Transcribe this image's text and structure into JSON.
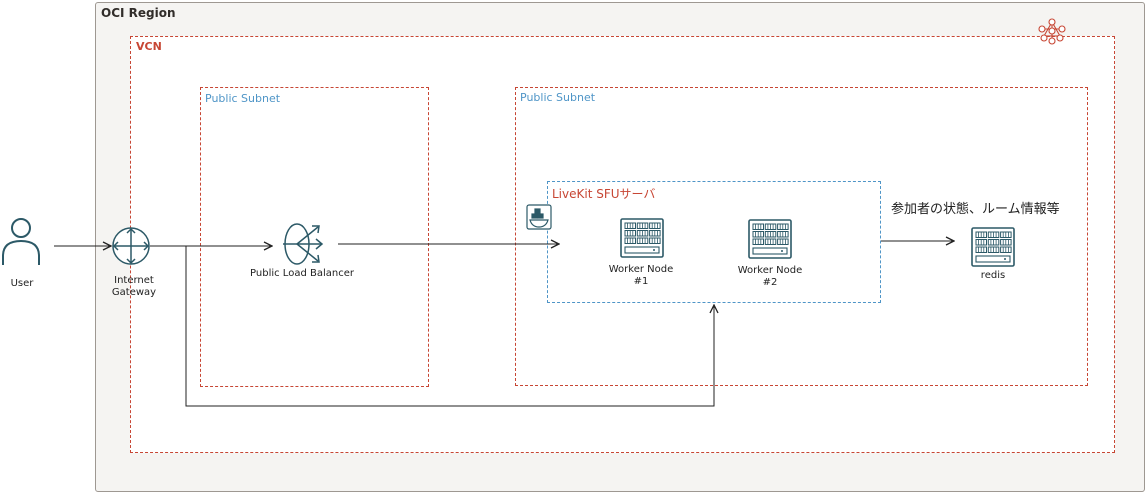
{
  "region": {
    "label": "OCI Region"
  },
  "vcn": {
    "label": "VCN"
  },
  "subnets": [
    {
      "label": "Public Subnet"
    },
    {
      "label": "Public Subnet"
    }
  ],
  "livekit": {
    "label": "LiveKit SFUサーバ"
  },
  "nodes": {
    "user": "User",
    "internet_gateway": "Internet\nGateway",
    "load_balancer": "Public Load Balancer",
    "worker1": "Worker Node\n#1",
    "worker2": "Worker Node\n#2",
    "redis": "redis"
  },
  "edge_label": "参加者の状態、ルーム情報等",
  "colors": {
    "oracle_red": "#c74634",
    "subnet_blue": "#4f95c7",
    "icon_dark": "#2c5967",
    "region_border": "#9e9892"
  },
  "icons": [
    "user-icon",
    "internet-gateway-icon",
    "load-balancer-icon",
    "container-icon",
    "server-icon",
    "region-icon"
  ]
}
